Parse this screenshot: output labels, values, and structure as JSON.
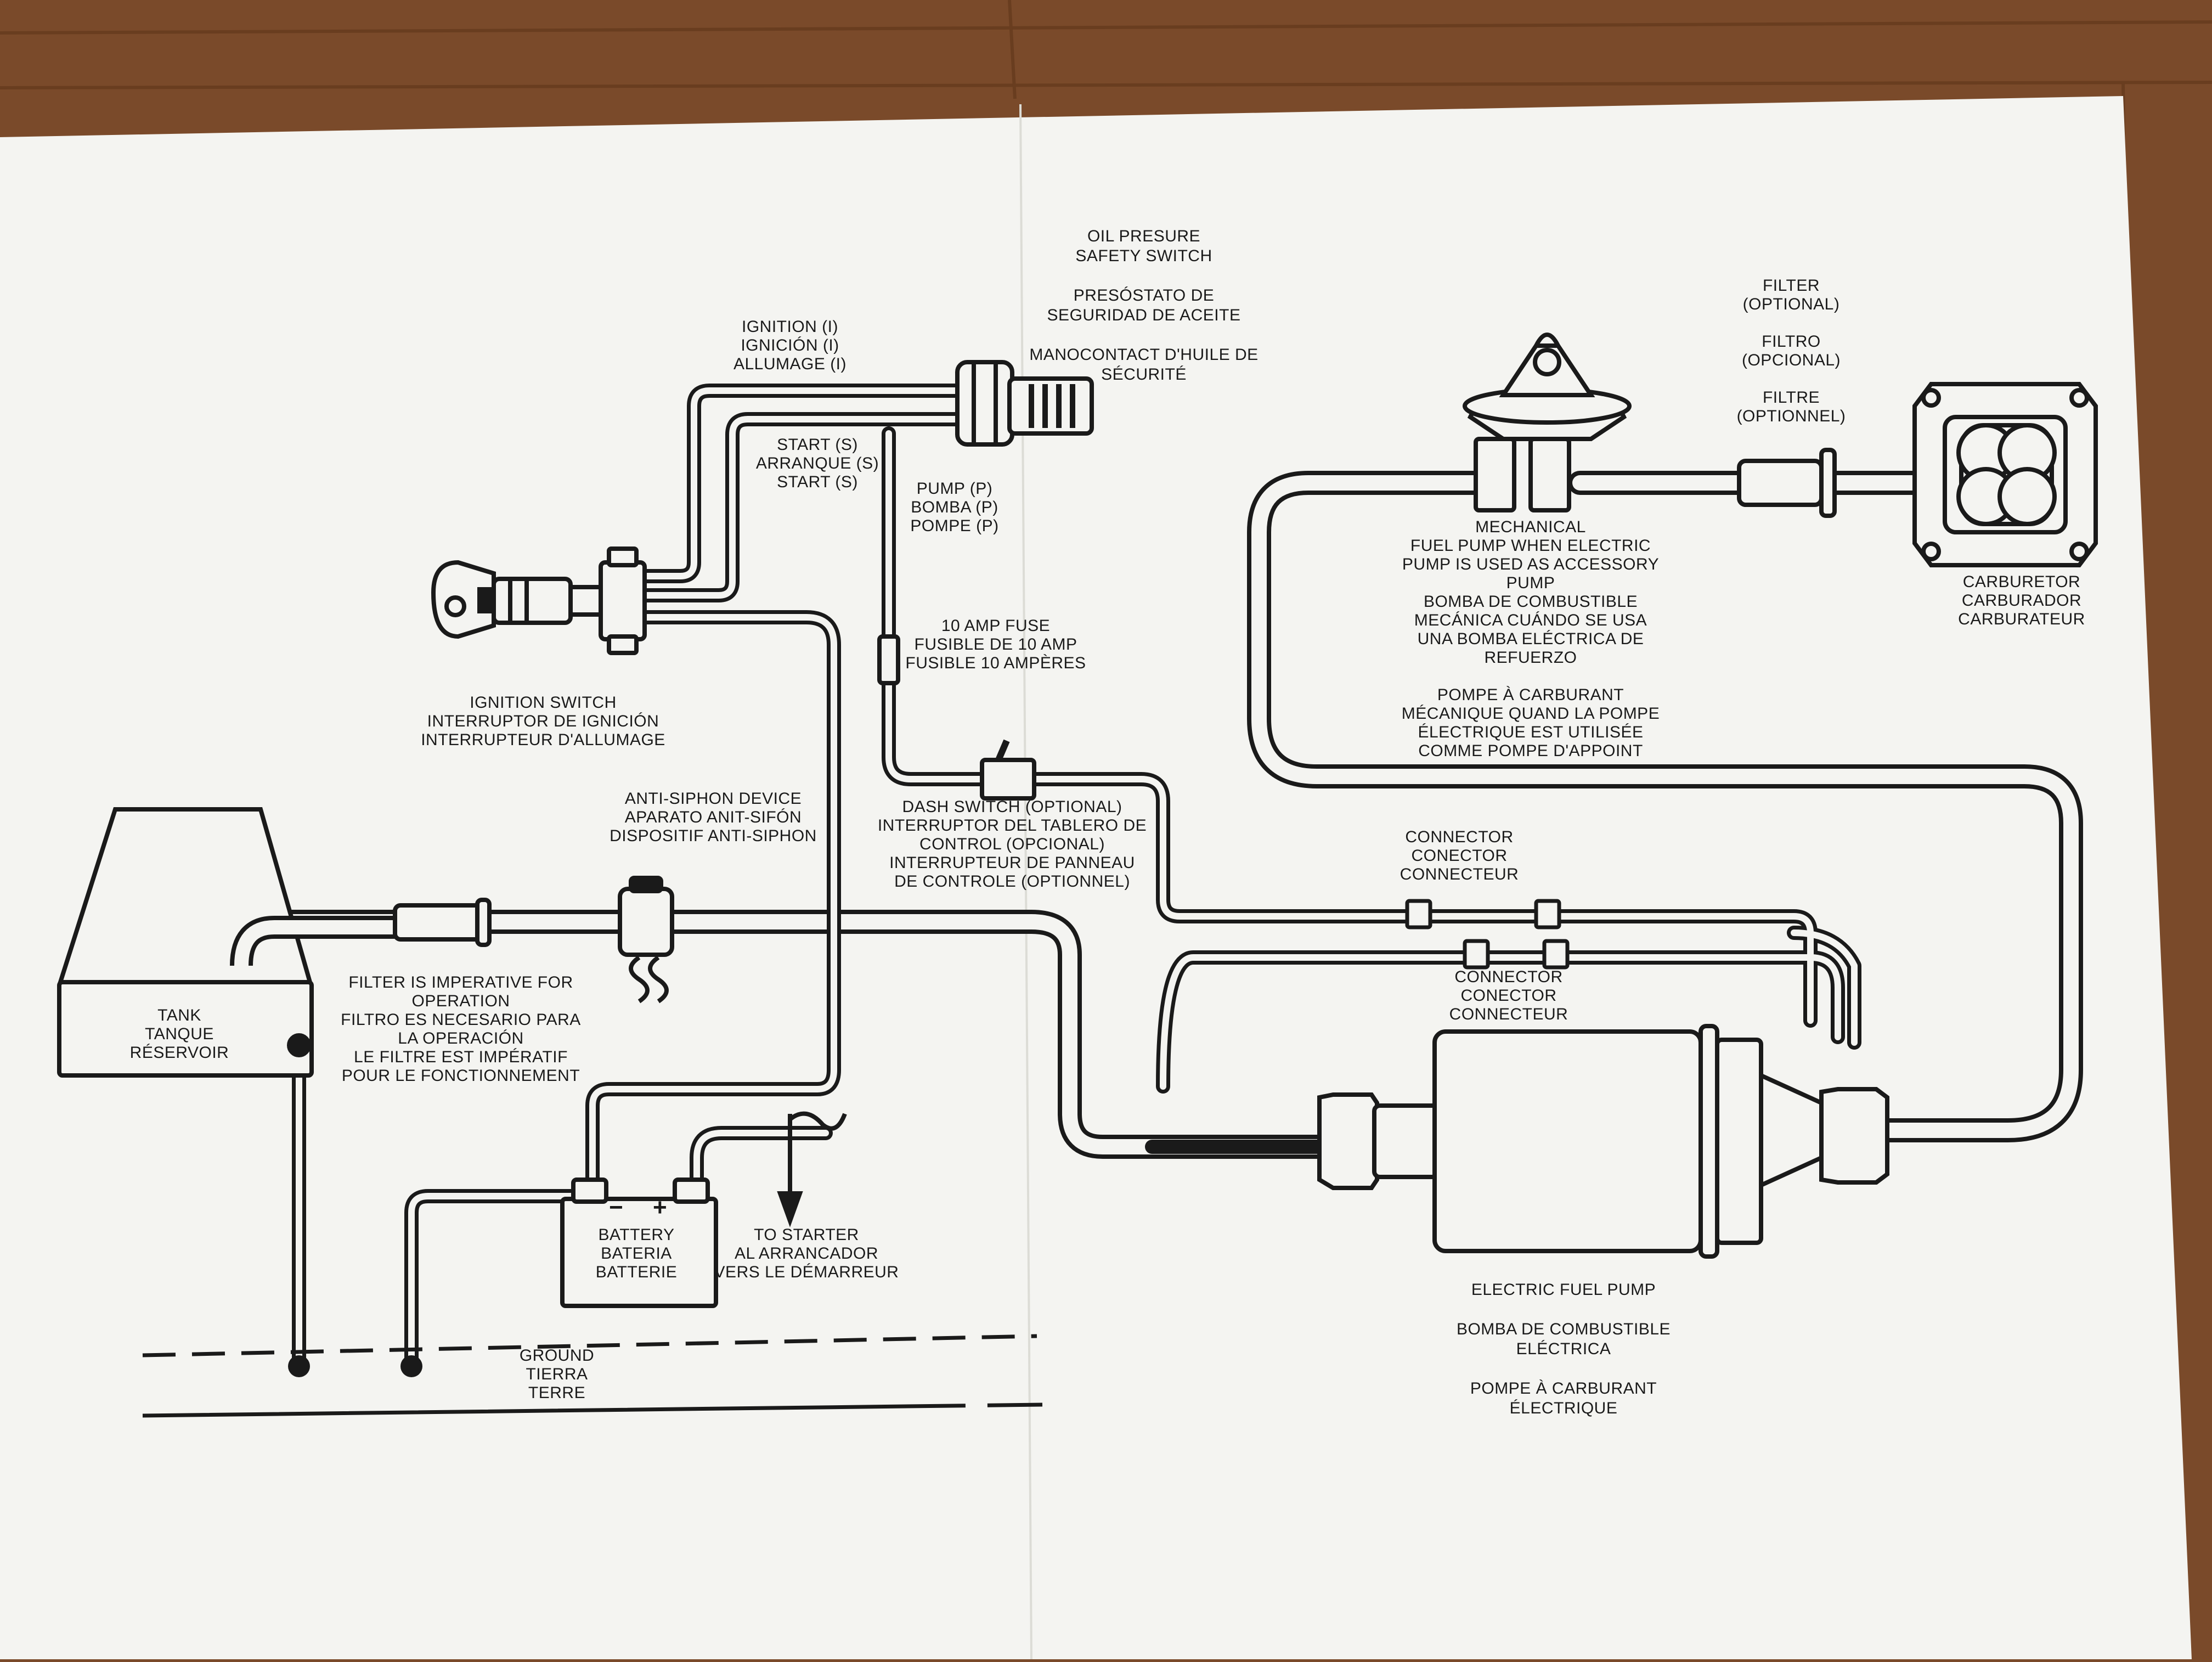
{
  "colors": {
    "wood": "#7a4a2a",
    "paper": "#f4f4f1",
    "ink": "#1a1a1a"
  },
  "labels": {
    "oil_pressure_switch": [
      "OIL PRESURE",
      "SAFETY SWITCH",
      "",
      "PRESÓSTATO DE",
      "SEGURIDAD DE ACEITE",
      "",
      "MANOCONTACT D'HUILE DE",
      "SÉCURITÉ"
    ],
    "ignition_wire": [
      "IGNITION (I)",
      "IGNICIÓN (I)",
      "ALLUMAGE (I)"
    ],
    "start_wire": [
      "START (S)",
      "ARRANQUE (S)",
      "START (S)"
    ],
    "pump_wire": [
      "PUMP (P)",
      "BOMBA (P)",
      "POMPE (P)"
    ],
    "fuse": [
      "10 AMP FUSE",
      "FUSIBLE DE 10 AMP",
      "FUSIBLE 10 AMPÈRES"
    ],
    "ignition_switch": [
      "IGNITION SWITCH",
      "INTERRUPTOR DE IGNICIÓN",
      "INTERRUPTEUR D'ALLUMAGE"
    ],
    "anti_siphon": [
      "ANTI-SIPHON DEVICE",
      "APARATO ANIT-SIFÓN",
      "DISPOSITIF ANTI-SIPHON"
    ],
    "dash_switch": [
      "DASH SWITCH (OPTIONAL)",
      "INTERRUPTOR DEL TABLERO DE",
      "CONTROL (OPCIONAL)",
      "INTERRUPTEUR DE PANNEAU",
      "DE CONTROLE (OPTIONNEL)"
    ],
    "tank": [
      "TANK",
      "TANQUE",
      "RÉSERVOIR"
    ],
    "filter_imperative": [
      "FILTER IS IMPERATIVE FOR",
      "OPERATION",
      "FILTRO ES NECESARIO PARA",
      "LA OPERACIÓN",
      "LE FILTRE EST IMPÉRATIF",
      "POUR LE FONCTIONNEMENT"
    ],
    "battery": [
      "BATTERY",
      "BATERIA",
      "BATTERIE"
    ],
    "to_starter": [
      "TO STARTER",
      "AL ARRANCADOR",
      "VERS LE DÉMARREUR"
    ],
    "ground": [
      "GROUND",
      "TIERRA",
      "TERRE"
    ],
    "mechanical_pump": [
      "MECHANICAL",
      "FUEL PUMP WHEN ELECTRIC",
      "PUMP IS USED AS ACCESSORY",
      "PUMP",
      "BOMBA DE COMBUSTIBLE",
      "MECÁNICA CUÁNDO SE USA",
      "UNA BOMBA ELÉCTRICA DE",
      "REFUERZO",
      "",
      "POMPE À CARBURANT",
      "MÉCANIQUE QUAND LA POMPE",
      "ÉLECTRIQUE EST UTILISÉE",
      "COMME POMPE D'APPOINT"
    ],
    "filter_optional": [
      "FILTER",
      "(OPTIONAL)",
      "",
      "FILTRO",
      "(OPCIONAL)",
      "",
      "FILTRE",
      "(OPTIONNEL)"
    ],
    "carburetor": [
      "CARBURETOR",
      "CARBURADOR",
      "CARBURATEUR"
    ],
    "connector_upper": [
      "CONNECTOR",
      "CONECTOR",
      "CONNECTEUR"
    ],
    "connector_lower": [
      "CONNECTOR",
      "CONECTOR",
      "CONNECTEUR"
    ],
    "electric_pump": [
      "ELECTRIC FUEL PUMP",
      "",
      "BOMBA DE COMBUSTIBLE",
      "ELÉCTRICA",
      "",
      "POMPE À CARBURANT",
      "ÉLECTRIQUE"
    ],
    "battery_terminals": [
      "−",
      "+"
    ]
  }
}
